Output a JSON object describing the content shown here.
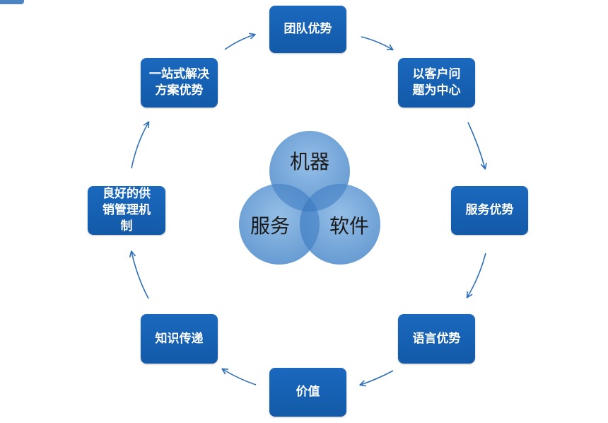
{
  "nodes": {
    "team": "团队优势",
    "customer_line1": "以客户问",
    "customer_line2": "题为中心",
    "service": "服务优势",
    "language": "语言优势",
    "value": "价值",
    "knowledge": "知识传递",
    "supply_line1": "良好的供",
    "supply_line2": "销管理机",
    "supply_line3": "制",
    "onestop_line1": "一站式解决",
    "onestop_line2": "方案优势"
  },
  "venn": {
    "top": "机器",
    "left": "服务",
    "right": "软件"
  },
  "colors": {
    "box_fill": "#1a68be",
    "box_text": "#ffffff",
    "arrow": "#2f6fb7",
    "circle_fill": "#6a9fd6",
    "circle_overlap": "#3f7ec3"
  }
}
